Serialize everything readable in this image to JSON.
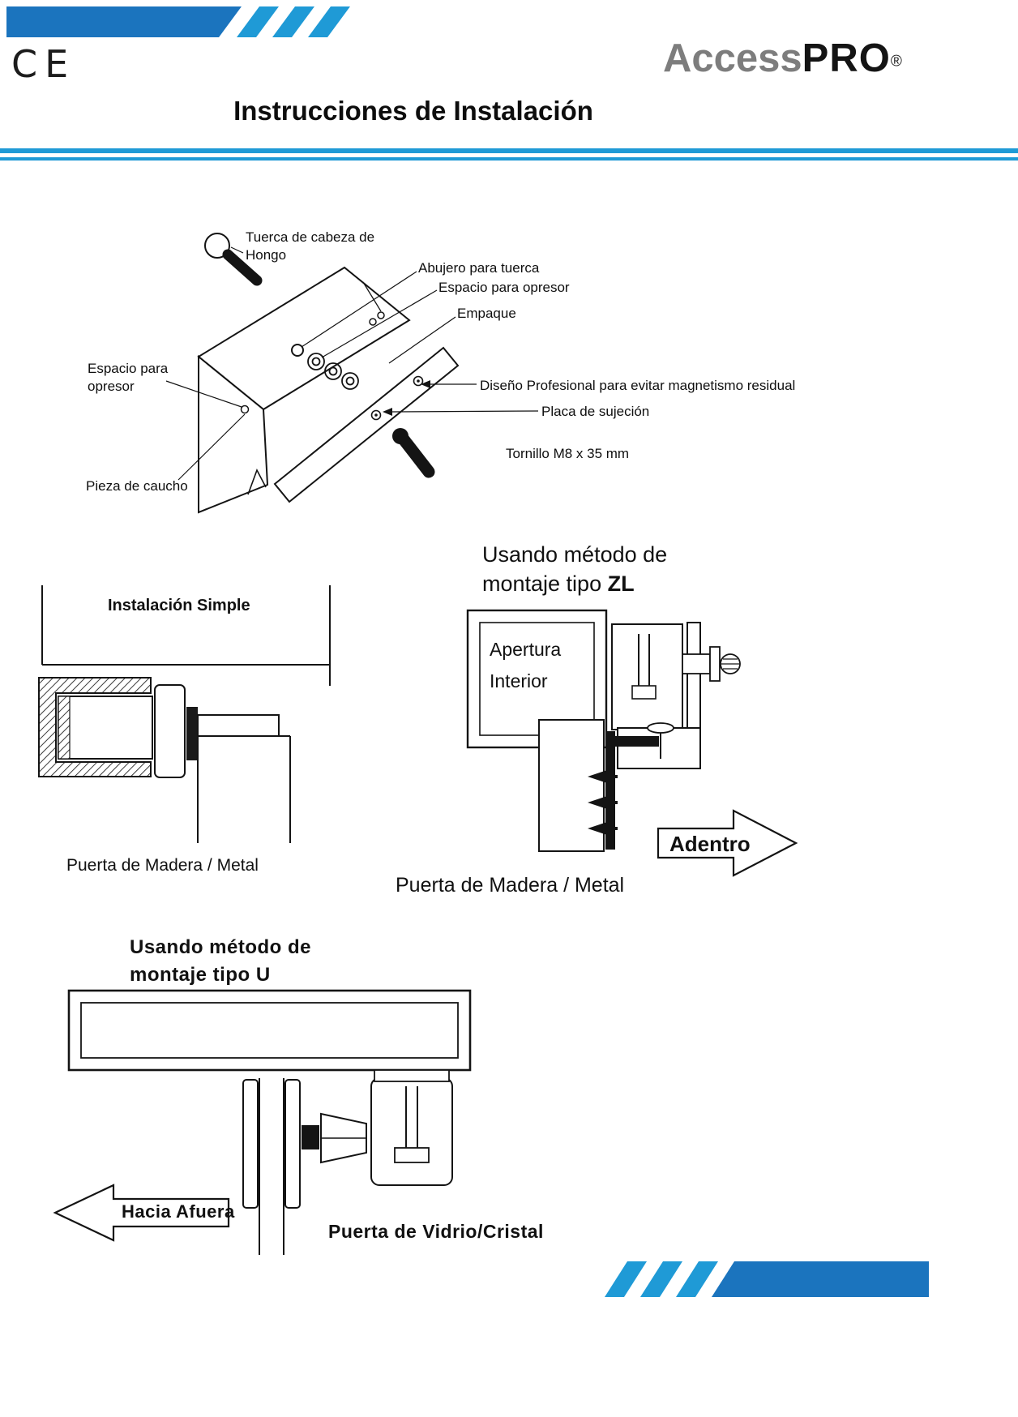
{
  "header": {
    "ce_mark": "CE",
    "brand": {
      "gray": "Access",
      "black": "PRO",
      "registered": "®"
    },
    "title": "Instrucciones de Instalación"
  },
  "colors": {
    "bar_blue": "#1b74be",
    "stripe_blue": "#1f9ad6",
    "line_black": "#141414"
  },
  "exploded": {
    "labels": {
      "tuerca_hongo": "Tuerca de cabeza de Hongo",
      "abujero_tuerca": "Abujero para tuerca",
      "espacio_opresor_right": "Espacio para opresor",
      "empaque": "Empaque",
      "espacio_opresor_left": "Espacio para opresor",
      "diseno_profesional": "Diseño Profesional para evitar magnetismo residual",
      "placa_sujecion": "Placa de sujeción",
      "tornillo": "Tornillo M8 x 35 mm",
      "pieza_caucho": "Pieza de caucho"
    }
  },
  "simple_install": {
    "title": "Instalación Simple",
    "caption": "Puerta de Madera / Metal"
  },
  "zl_install": {
    "heading_line1": "Usando método de",
    "heading_line2_prefix": "montaje tipo ",
    "heading_line2_bold": "ZL",
    "box_line1": "Apertura",
    "box_line2": "Interior",
    "arrow_label": "Adentro",
    "caption": "Puerta de Madera / Metal"
  },
  "u_install": {
    "heading_line1": "Usando método de",
    "heading_line2_prefix": "montaje tipo ",
    "heading_line2_bold": "U",
    "arrow_label": "Hacia Afuera",
    "caption": "Puerta de Vidrio/Cristal"
  }
}
